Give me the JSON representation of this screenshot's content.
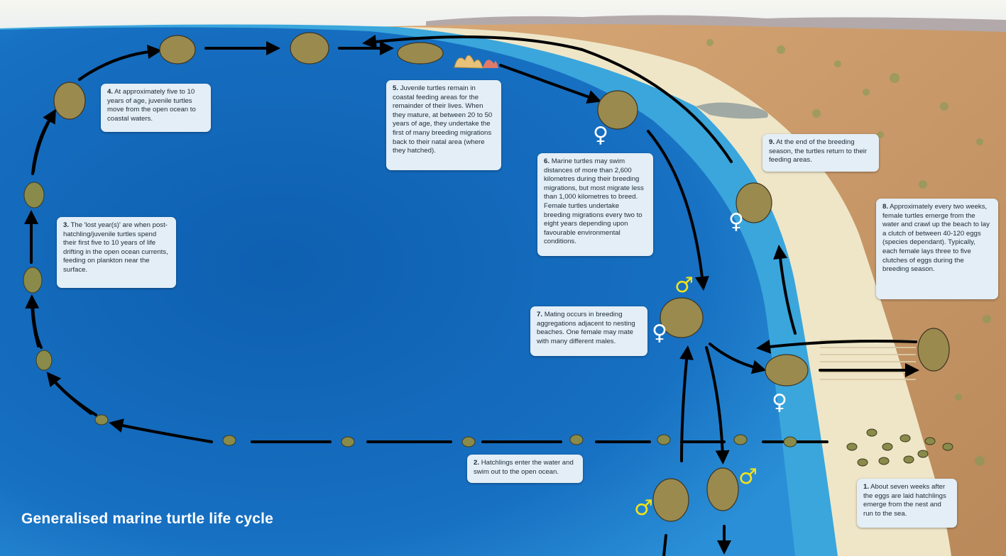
{
  "title": "Generalised marine turtle life cycle",
  "steps": [
    {
      "num": "1.",
      "text": "About seven weeks after the eggs are laid hatchlings emerge from the nest and run to the sea."
    },
    {
      "num": "2.",
      "text": "Hatchlings enter the water and swim out to the open ocean."
    },
    {
      "num": "3.",
      "text": "The 'lost year(s)' are when post-hatchling/juvenile turtles spend their first five to 10 years of life drifting in the open ocean currents, feeding on plankton near the surface."
    },
    {
      "num": "4.",
      "text": "At approximately five to 10 years of age, juvenile turtles move from the open ocean to coastal waters."
    },
    {
      "num": "5.",
      "text": "Juvenile turtles remain in coastal feeding areas for the remainder of their lives. When they mature, at between 20 to 50 years of age, they undertake the first of many breeding migrations back to their natal area (where they hatched)."
    },
    {
      "num": "6.",
      "text": "Marine turtles may swim distances of more than 2,600 kilometres during their breeding migrations, but most migrate less than 1,000 kilometres to breed. Female turtles undertake breeding migrations every two to eight years depending upon favourable environmental conditions."
    },
    {
      "num": "7.",
      "text": "Mating occurs in breeding aggregations adjacent to nesting beaches. One female may mate with many different males."
    },
    {
      "num": "8.",
      "text": "Approximately every two weeks, female turtles emerge from the water and crawl up the beach to lay a clutch of between 40-120 eggs (species dependant). Typically, each female lays three to five clutches of eggs during the breeding season."
    },
    {
      "num": "9.",
      "text": "At the end of the breeding season, the turtles return to their feeding areas."
    }
  ],
  "symbols": {
    "female": "♀",
    "male": "♂"
  },
  "colors": {
    "ocean_deep": "#1566b6",
    "ocean_shallow": "#3aa6dc",
    "sand": "#efe6c8",
    "land": "#c99a6a",
    "box_bg": "#e3eef6",
    "male_symbol": "#f3e21a",
    "arrow": "#000000"
  }
}
